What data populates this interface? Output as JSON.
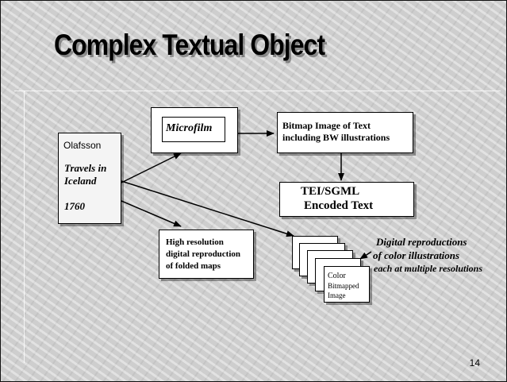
{
  "slide": {
    "title": "Complex Textual Object",
    "page_number": "14"
  },
  "book": {
    "author": "Olafsson",
    "title_line1": "Travels in",
    "title_line2": "Iceland",
    "year": "1760"
  },
  "microfilm": {
    "label": "Microfilm"
  },
  "bitmap_text": {
    "line1": "Bitmap Image of Text",
    "line2": "including BW illustrations"
  },
  "tei": {
    "line1": "TEI/SGML",
    "line2": "Encoded Text"
  },
  "maps": {
    "line1": "High resolution",
    "line2": "digital reproduction",
    "line3": "of folded maps"
  },
  "color_stack": {
    "line1": "Color",
    "line2": "Bitmapped",
    "line3": "Image"
  },
  "annotation": {
    "line1": "Digital reproductions",
    "line2": "of color illustrations",
    "line3": "each at multiple resolutions"
  }
}
